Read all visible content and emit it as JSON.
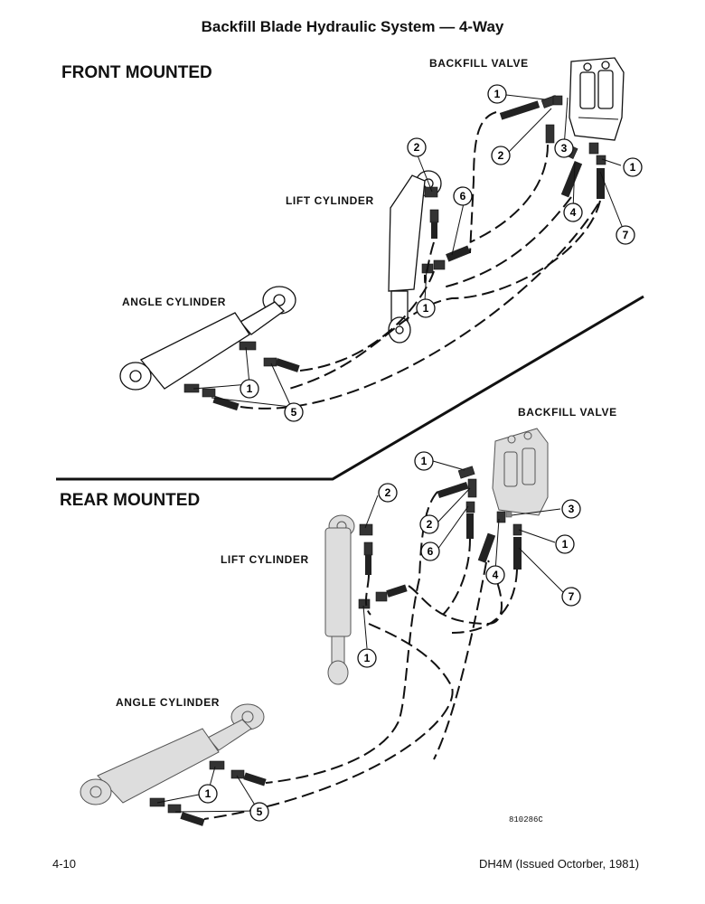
{
  "title": "Backfill Blade Hydraulic System — 4-Way",
  "front": {
    "heading": "FRONT MOUNTED",
    "backfill_valve": "BACKFILL VALVE",
    "lift_cylinder": "LIFT CYLINDER",
    "angle_cylinder": "ANGLE CYLINDER"
  },
  "rear": {
    "heading": "REAR MOUNTED",
    "backfill_valve": "BACKFILL VALVE",
    "lift_cylinder": "LIFT CYLINDER",
    "angle_cylinder": "ANGLE CYLINDER"
  },
  "drawing_code": "810286C",
  "footer": {
    "page": "4-10",
    "doc": "DH4M (Issued Octorber, 1981)"
  },
  "callouts": {
    "c1": "1",
    "c2": "2",
    "c3": "3",
    "c4": "4",
    "c5": "5",
    "c6": "6",
    "c7": "7"
  }
}
